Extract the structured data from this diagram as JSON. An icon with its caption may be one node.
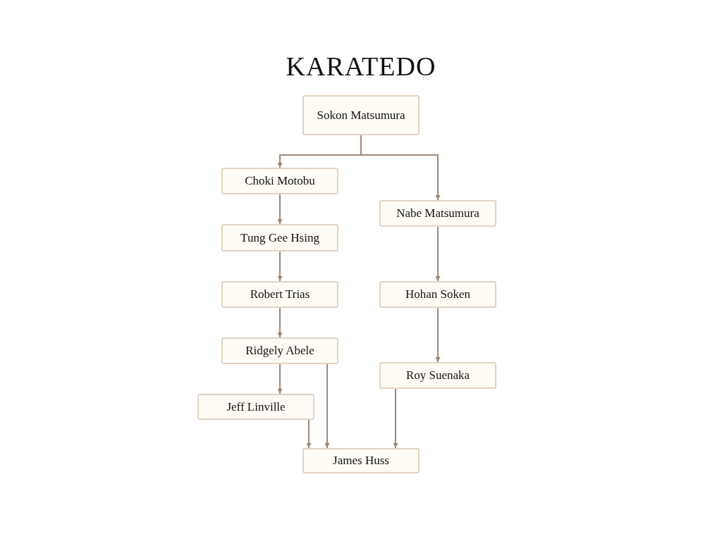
{
  "diagram": {
    "title": "KARATEDO",
    "nodes": [
      {
        "text": [
          "Sokon Matsumura"
        ]
      },
      {
        "text": [
          "Choki Motobu"
        ]
      },
      {
        "text": [
          "Nabe Matsumura"
        ]
      },
      {
        "text": [
          "Tung Gee Hsing"
        ]
      },
      {
        "text": [
          "Robert Trias"
        ]
      },
      {
        "text": [
          "Hohan Soken"
        ]
      },
      {
        "text": [
          "Ridgely Abele"
        ]
      },
      {
        "text": [
          "Roy Suenaka"
        ]
      },
      {
        "text": [
          "Jeff Linville"
        ]
      },
      {
        "text": [
          "James Huss"
        ]
      }
    ],
    "edges": [
      {
        "from": 0,
        "to": 1,
        "arrow": "to"
      },
      {
        "from": 0,
        "to": 2,
        "arrow": "to"
      },
      {
        "from": 1,
        "to": 3,
        "arrow": "to"
      },
      {
        "from": 3,
        "to": 4,
        "arrow": "to"
      },
      {
        "from": 4,
        "to": 6,
        "arrow": "to"
      },
      {
        "from": 6,
        "to": 8,
        "arrow": "to"
      },
      {
        "from": 6,
        "to": 9,
        "arrow": "to"
      },
      {
        "from": 8,
        "to": 9,
        "arrow": "to"
      },
      {
        "from": 2,
        "to": 5,
        "arrow": "to"
      },
      {
        "from": 5,
        "to": 7,
        "arrow": "to"
      },
      {
        "from": 7,
        "to": 9,
        "arrow": "to"
      }
    ]
  }
}
